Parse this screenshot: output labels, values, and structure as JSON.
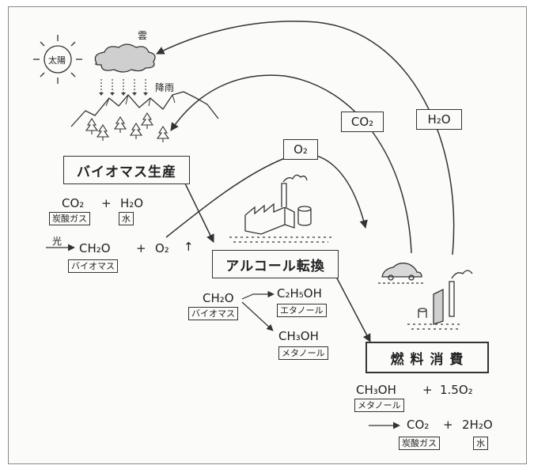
{
  "sun": {
    "label": "太陽"
  },
  "cloud": {
    "label": "雲"
  },
  "rain": {
    "label": "降雨"
  },
  "flow_labels": {
    "co2": "CO₂",
    "h2o": "H₂O",
    "o2": "O₂"
  },
  "stages": {
    "biomass_production": "バイオマス生産",
    "alcohol_conversion": "アルコール転換",
    "fuel_consumption": "燃 料 消 費"
  },
  "photosynthesis": {
    "reactant1": "CO₂",
    "reactant1_name": "炭酸ガス",
    "plus": "+",
    "reactant2": "H₂O",
    "reactant2_name": "水",
    "condition": "光",
    "product1": "CH₂O",
    "product1_name": "バイオマス",
    "plus2": "+",
    "product2": "O₂",
    "up_arrow": "↑"
  },
  "conversion": {
    "input": "CH₂O",
    "input_name": "バイオマス",
    "output1": "C₂H₅OH",
    "output1_name": "エタノール",
    "output2": "CH₃OH",
    "output2_name": "メタノール"
  },
  "combustion": {
    "reactant1": "CH₃OH",
    "reactant1_name": "メタノール",
    "plus": "+",
    "reactant2": "1.5O₂",
    "product1": "CO₂",
    "product1_name": "炭酸ガス",
    "plus2": "+",
    "product2": "2H₂O",
    "product2_name": "水"
  }
}
